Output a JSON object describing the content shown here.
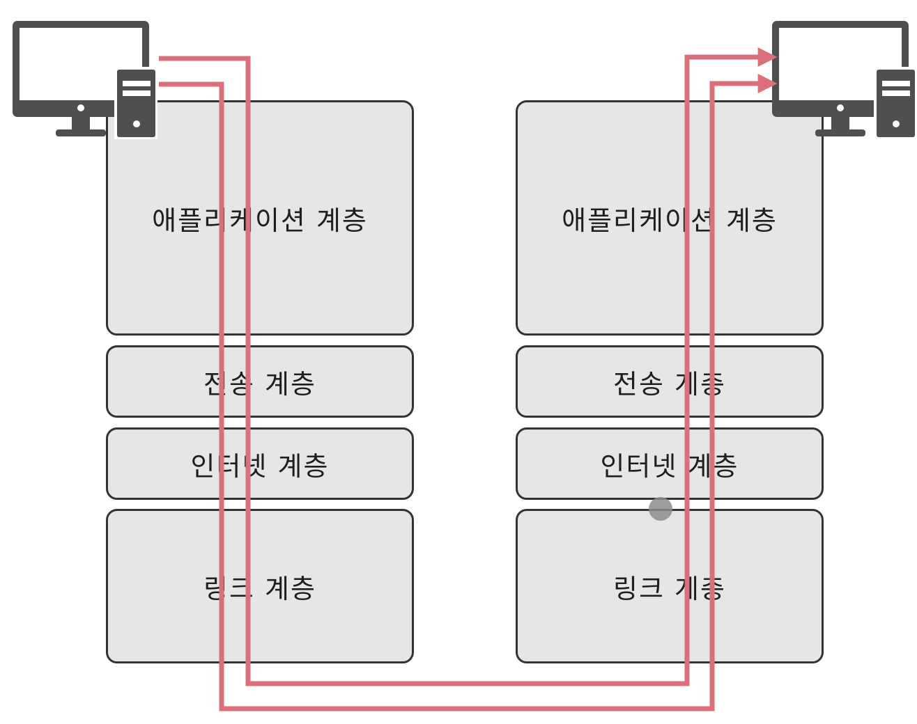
{
  "colors": {
    "path": "#db6f7b",
    "box_fill": "#e6e6e6",
    "box_border": "#333333",
    "device": "#4f4f4f",
    "cursor_dot": "#8c8c8c"
  },
  "devices": {
    "sender_icon": "desktop-computer-icon",
    "receiver_icon": "desktop-computer-icon"
  },
  "left_stack": {
    "application": "애플리케이션 계층",
    "transport": "전송 계층",
    "internet": "인터넷 계층",
    "link": "링크 계층"
  },
  "right_stack": {
    "application": "애플리케이션 계층",
    "transport": "전송 계층",
    "internet": "인터넷 계층",
    "link": "링크 계층"
  }
}
